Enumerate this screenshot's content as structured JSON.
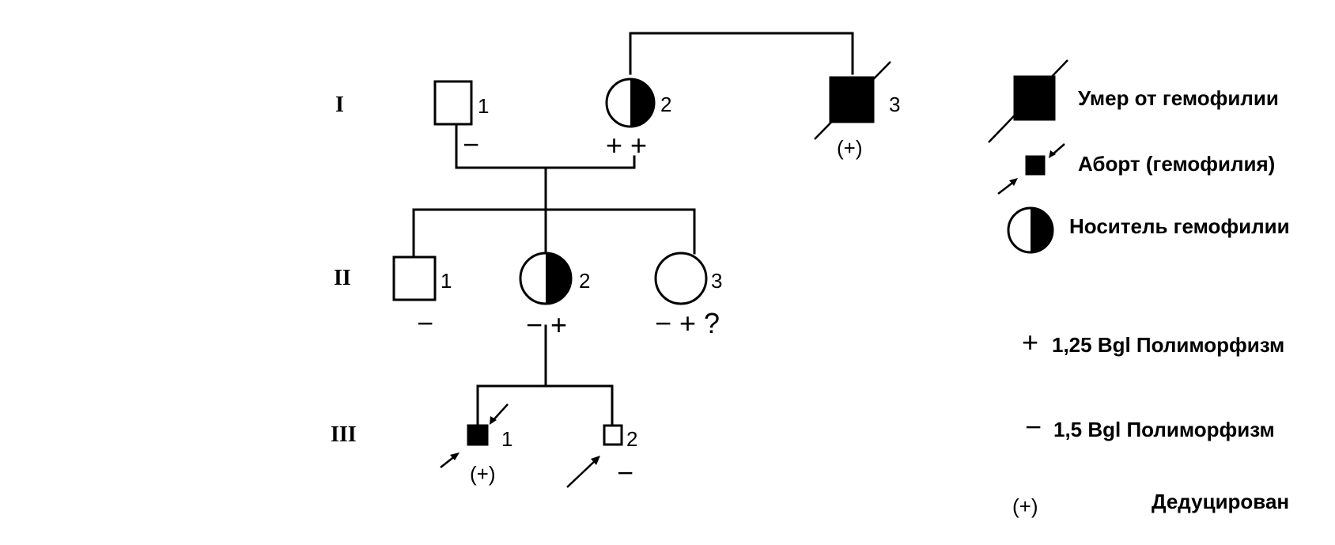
{
  "generations": [
    "I",
    "II",
    "III"
  ],
  "individuals": {
    "I1": {
      "number": "1",
      "marker": "−"
    },
    "I2": {
      "number": "2",
      "marker": "+ +"
    },
    "I3": {
      "number": "3",
      "marker": "(+)"
    },
    "II1": {
      "number": "1",
      "marker": "−"
    },
    "II2": {
      "number": "2",
      "marker": "− +"
    },
    "II3": {
      "number": "3",
      "marker": "− + ?"
    },
    "III1": {
      "number": "1",
      "marker": "(+)"
    },
    "III2": {
      "number": "2",
      "marker": "−"
    }
  },
  "legend": {
    "died": "Умер от гемофилии",
    "abortion": "Аборт  (гемофилия)",
    "carrier": "Носитель гемофилии",
    "plus_symbol": "+",
    "plus_text": "1,25  Bgl  Полиморфизм",
    "minus_symbol": "−",
    "minus_text": "1,5  Bgl  Полиморфизм",
    "deduced_symbol": "(+)",
    "deduced_text": "Дедуцирован"
  }
}
